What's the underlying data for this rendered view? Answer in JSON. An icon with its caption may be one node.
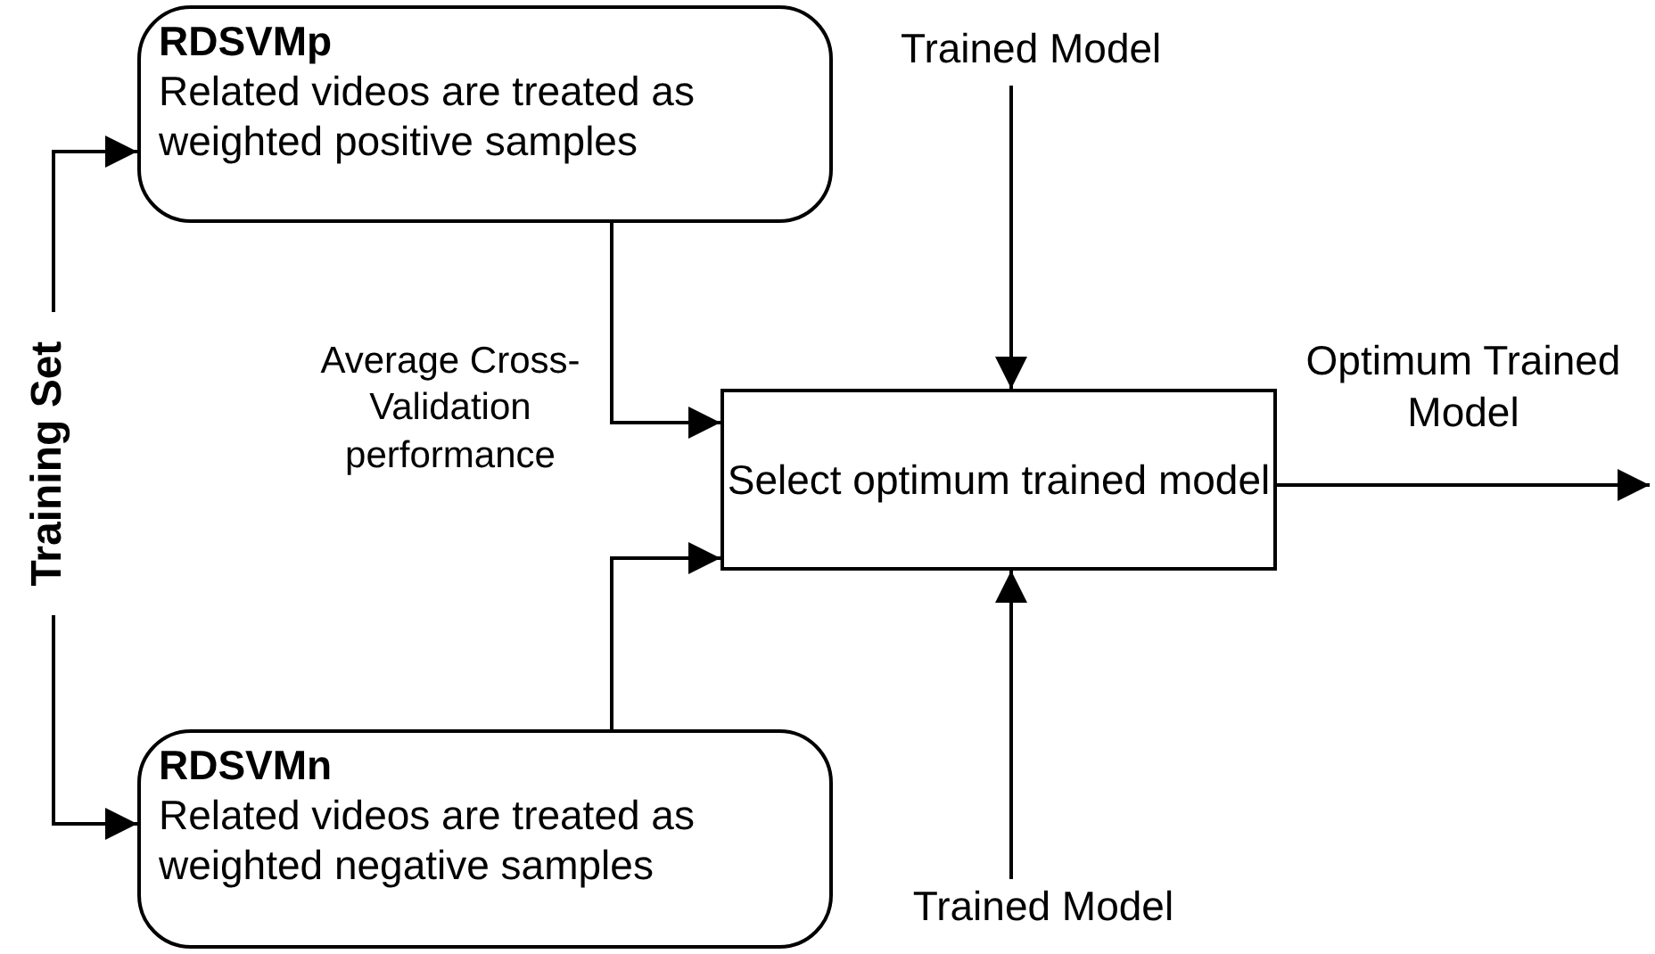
{
  "diagram": {
    "nodes": [
      {
        "text": [
          "RDSVMp",
          "Related videos are treated as weighted positive samples"
        ]
      },
      {
        "text": [
          "Trained Model"
        ]
      },
      {
        "text": [
          "Training Set"
        ]
      },
      {
        "text": [
          "Select optimum trained model"
        ]
      },
      {
        "text": [
          "RDSVMn",
          "Related videos are treated as weighted negative samples"
        ]
      },
      {
        "text": [
          "Trained Model"
        ]
      }
    ],
    "edges": [
      {
        "from": 2,
        "to": 0,
        "arrow": "to"
      },
      {
        "from": 2,
        "to": 4,
        "arrow": "to"
      },
      {
        "from": 1,
        "to": 3,
        "arrow": "to"
      },
      {
        "from": 0,
        "to": 3,
        "arrow": "to"
      },
      {
        "from": 4,
        "to": 3,
        "arrow": "to"
      },
      {
        "from": 5,
        "to": 3,
        "arrow": "to"
      },
      {
        "from": 3,
        "to": null,
        "arrow": "to",
        "label": "Optimum Trained Model"
      }
    ],
    "labels": [
      "Average Cross-Validation performance"
    ]
  }
}
